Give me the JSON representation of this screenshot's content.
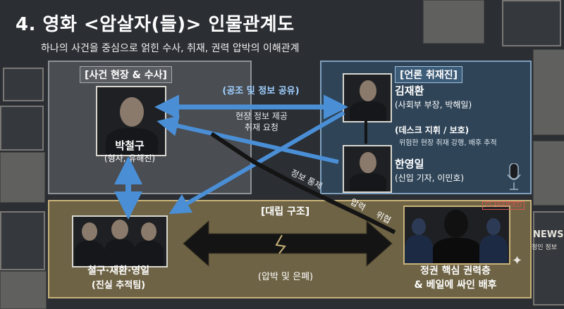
{
  "title": "4. 영화 <암살자(들)> 인물관계도",
  "subtitle": "하나의 사건을 중심으로 얽힌 수사, 취재, 권력 압박의 이해관계",
  "panels": {
    "investigation": {
      "header": "[사건 현장 & 수사]",
      "person_name": "박철구",
      "person_role": "(형사, 유해진)"
    },
    "press": {
      "header": "[언론 취재진]",
      "person1_name": "김재환",
      "person1_role": "(사회부 부장, 박해일)",
      "desk_label": "(데스크 지휘 / 보호)",
      "desk_note": "위험한 현장 취재 강행, 배후 추적",
      "person2_name": "한영일",
      "person2_role": "(신입 기자, 이민호)"
    },
    "conflict": {
      "header": "[대립 구조]",
      "team_name": "철구·재환·영일",
      "team_role": "(진실 추적팀)",
      "power_name": "정권 핵심 권력층",
      "power_role": "& 베일에 싸인 배후",
      "pressure_label": "(압박 및 은폐)"
    }
  },
  "arrows": {
    "share": "(공조 및 정보 공유)",
    "field_info": "현장 정보 제공",
    "request": "취재 요청",
    "tip": "정보 통제",
    "pressure": "압력",
    "threat": "위협"
  },
  "decor": {
    "classified": "CLASSIFIED",
    "news": "NEWS",
    "news_sub": "정인 정보"
  },
  "colors": {
    "arrow_blue": "#4a8fd6",
    "arrow_black": "#141414",
    "accent_gold": "#c8b27a"
  }
}
